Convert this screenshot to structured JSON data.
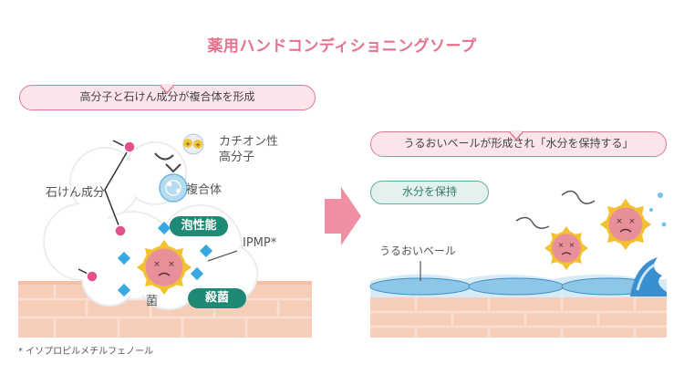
{
  "title": "薬用ハンドコンディショニングソープ",
  "left_panel": {
    "bubble": "高分子と石けん成分が複合体を形成",
    "soap_label": "石けん成分",
    "cation_line1": "カチオン性",
    "cation_line2": "高分子",
    "complex_label": "複合体",
    "foam_tag": "泡性能",
    "ipmp_label": "IPMP*",
    "bacteria_label": "菌",
    "kill_tag": "殺菌"
  },
  "right_panel": {
    "bubble": "うるおいベールが形成され「水分を保持する」",
    "keep_tag": "水分を保持",
    "veil_label": "うるおいベール"
  },
  "footnote": "* イソプロピルメチルフェノール",
  "colors": {
    "title": "#e8708e",
    "bubble_border": "#e07a90",
    "bubble_fill": "#fbe4ea",
    "tag_green": "#1e8a75",
    "skin": "#f6cdb9",
    "diamond": "#37a9e0",
    "arrow": "#ef8fa3"
  }
}
